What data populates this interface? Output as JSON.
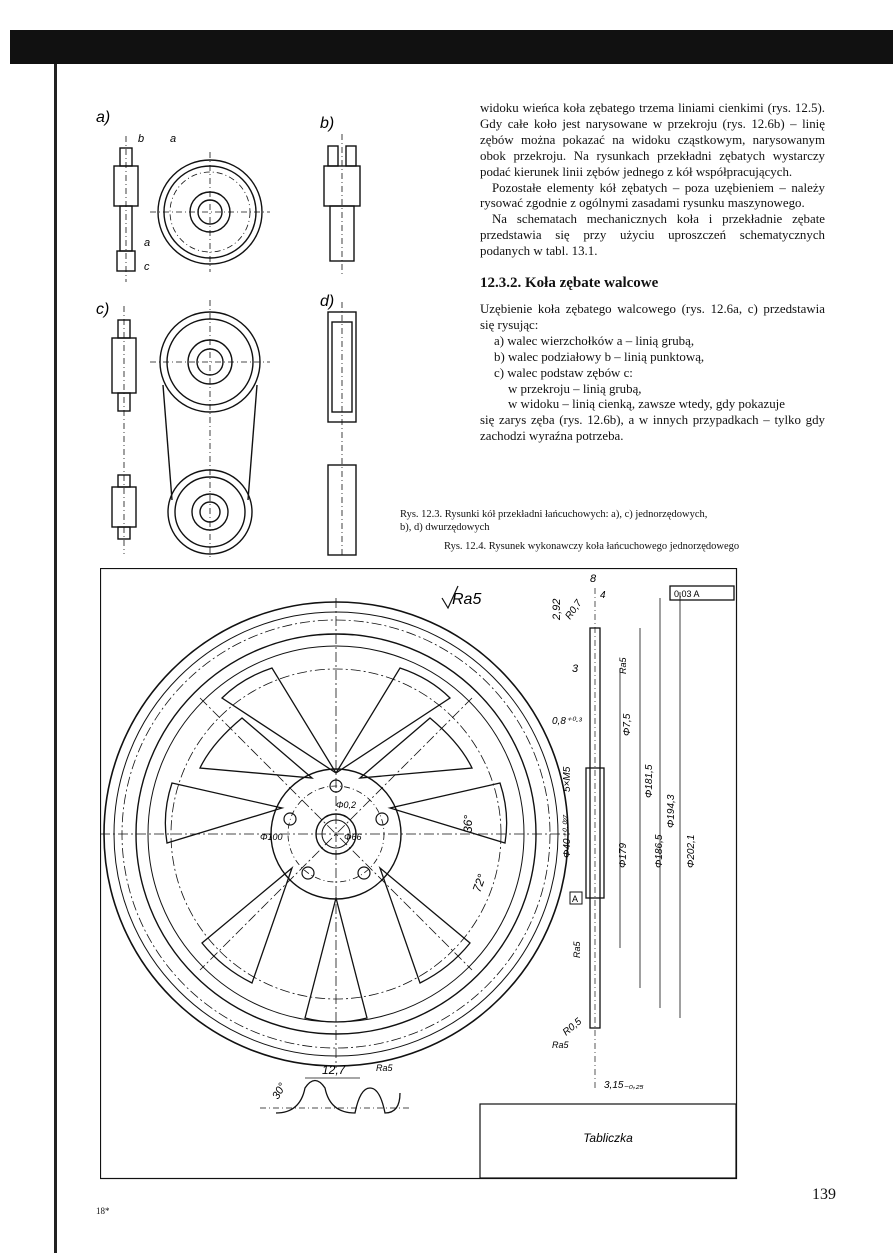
{
  "body_text": {
    "p1": "widoku wieńca koła zębatego trzema liniami cienkimi (rys. 12.5). Gdy całe koło jest narysowane w przekroju (rys. 12.6b) – linię zębów można pokazać na widoku cząstkowym, narysowanym obok przekroju. Na rysunkach przekładni zębatych wystarczy podać kierunek linii zębów jednego z kół współpracujących.",
    "p2": "Pozostałe elementy kół zębatych – poza uzębieniem – należy rysować zgodnie z ogólnymi zasadami rysunku maszynowego.",
    "p3": "Na schematach mechanicznych koła i przekładnie zębate przedstawia się przy użyciu uproszczeń schematycznych podanych w tabl. 13.1.",
    "heading": "12.3.2. Koła zębate walcowe",
    "p4": "Uzębienie koła zębatego walcowego (rys. 12.6a, c) przedstawia się rysując:",
    "list": [
      "a) walec wierzchołków a – linią grubą,",
      "b) walec podziałowy b – linią punktową,",
      "c) walec podstaw zębów c:",
      "w przekroju – linią grubą,",
      "w widoku – linią cienką, zawsze wtedy, gdy pokazuje"
    ],
    "p5": "się zarys zęba (rys. 12.6b), a w innych przypadkach – tylko gdy zachodzi wyraźna potrzeba."
  },
  "captions": {
    "fig123": "Rys. 12.3. Rysunki kół przekładni łańcuchowych: a), c) jednorzędowych, b), d) dwurzędowych",
    "fig124": "Rys. 12.4. Rysunek wykonawczy koła łańcuchowego jednorzędowego"
  },
  "fig123_labels": {
    "a": "a)",
    "b": "b)",
    "c": "c)",
    "d": "d)",
    "mark_a": "a",
    "mark_b": "b",
    "mark_c": "c"
  },
  "fig124_labels": {
    "roughness_main": "Ra5",
    "dim_8": "8",
    "dim_4": "4",
    "dim_292": "2,92",
    "dim_r07": "R0,7",
    "tol_frame": "0,03 A",
    "dim_3": "3",
    "ra5_a": "Ra5",
    "dim_08": "0,8⁺⁰·³",
    "dim_75": "Φ7,5",
    "dim_5xm5": "5×M5",
    "dim_40": "Φ40⁺⁰·⁰²⁷",
    "dim_179": "Φ179",
    "dim_1815": "Φ181,5",
    "dim_1865": "Φ186,5",
    "dim_1943": "Φ194,3",
    "dim_2021": "Φ202,1",
    "datum_a": "A",
    "ra5_b": "Ra5",
    "dim_r05": "R0,5",
    "ra5_c": "Ra5",
    "dim_315": "3,15₋₀,₂₅",
    "dim_66": "Φ66",
    "dim_02": "Φ0,2",
    "dim_100": "Φ100",
    "dim_36": "36°",
    "dim_72": "72°",
    "dim_127": "12,7",
    "ra5_tooth": "Ra5",
    "dim_30": "30°",
    "tablet": "Tabliczka"
  },
  "footer": {
    "signature": "18*",
    "page_number": "139"
  }
}
